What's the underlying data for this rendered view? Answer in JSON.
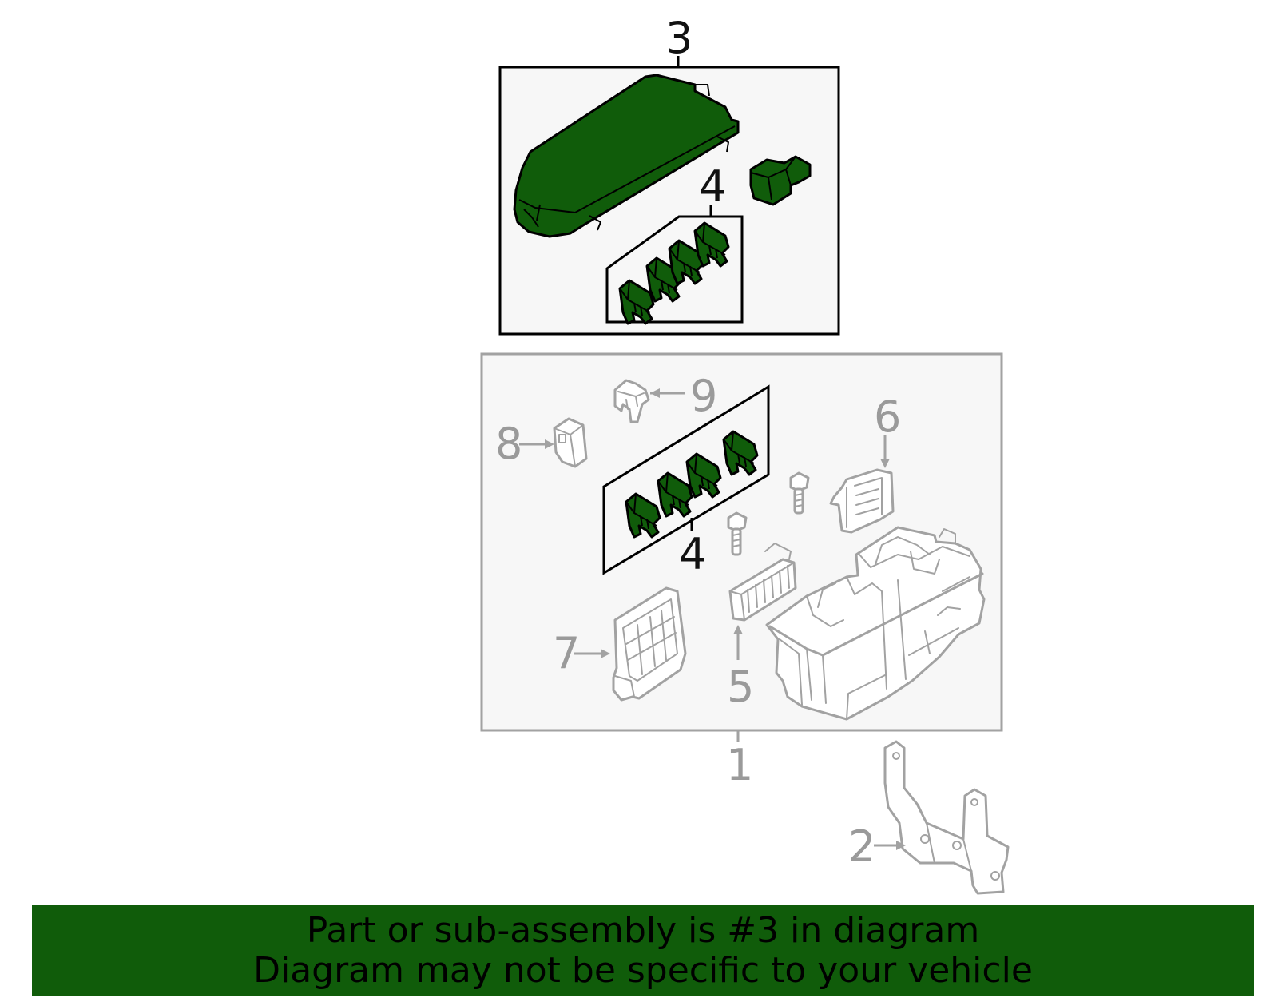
{
  "callouts": {
    "c1": "1",
    "c2": "2",
    "c3": "3",
    "c4_top": "4",
    "c4_bottom": "4",
    "c5": "5",
    "c6": "6",
    "c7": "7",
    "c8": "8",
    "c9": "9"
  },
  "highlighted_part": "3",
  "colors": {
    "highlight": "#105c0a",
    "muted_part": "#a2a2a2",
    "panel_background": "#f7f7f7"
  },
  "banner": {
    "line1": "Part or sub-assembly is #3 in diagram",
    "line2": "Diagram may not be specific to your vehicle"
  }
}
